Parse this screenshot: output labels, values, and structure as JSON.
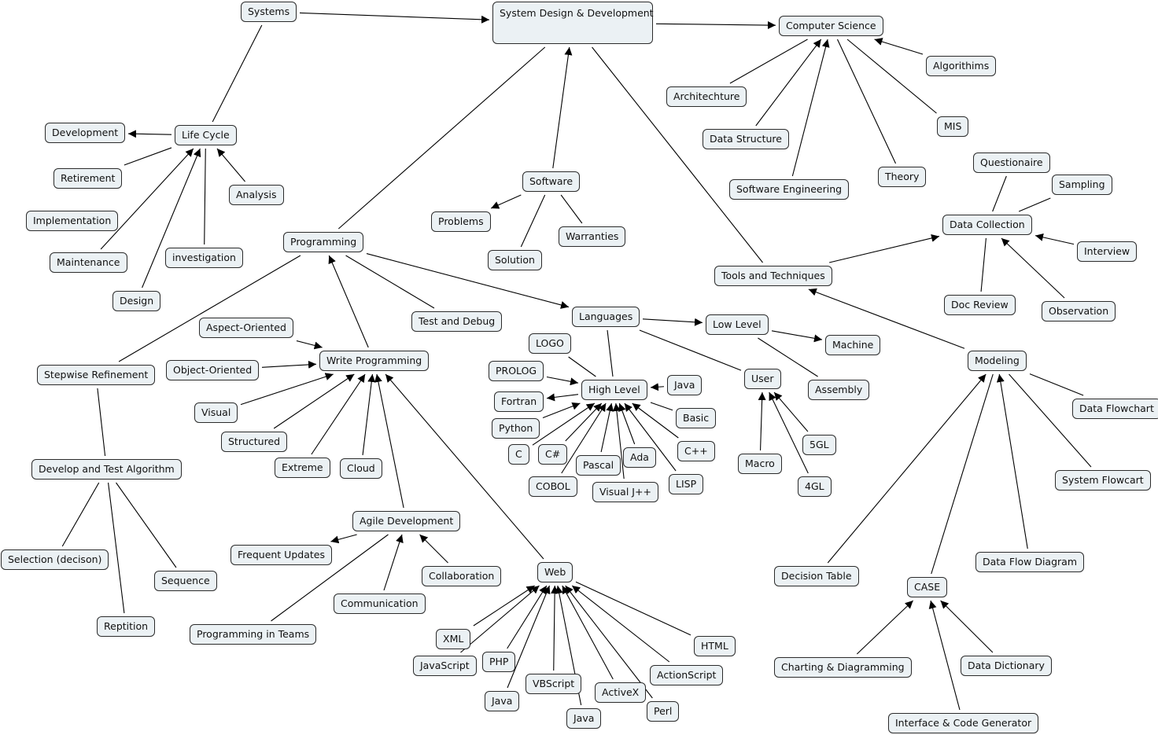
{
  "title": "System Design & Development",
  "colors": {
    "node_fill": "#ebf1f4",
    "node_border": "#2b2b2b",
    "edge": "#000000"
  },
  "nodes": {
    "sdd": "System Design & Development",
    "systems": "Systems",
    "cs": "Computer Science",
    "lifecycle": "Life Cycle",
    "development": "Development",
    "retirement": "Retirement",
    "analysis": "Analysis",
    "implementation": "Implementation",
    "maintenance": "Maintenance",
    "investigation": "investigation",
    "design": "Design",
    "architecture": "Architechture",
    "datastructure": "Data Structure",
    "softeng": "Software Engineering",
    "theory": "Theory",
    "mis": "MIS",
    "algorithms": "Algorithims",
    "questionaire": "Questionaire",
    "sampling": "Sampling",
    "datacollection": "Data Collection",
    "interview": "Interview",
    "docreview": "Doc Review",
    "observation": "Observation",
    "tools": "Tools and Techniques",
    "software": "Software",
    "problems": "Problems",
    "solution": "Solution",
    "warranties": "Warranties",
    "programming": "Programming",
    "testdebug": "Test and Debug",
    "languages": "Languages",
    "lowlevel": "Low Level",
    "machine": "Machine",
    "assembly": "Assembly",
    "user": "User",
    "macro": "Macro",
    "gl5": "5GL",
    "gl4": "4GL",
    "highlevel": "High Level",
    "logo": "LOGO",
    "prolog": "PROLOG",
    "fortran": "Fortran",
    "python": "Python",
    "c": "C",
    "csharp": "C#",
    "cobol": "COBOL",
    "pascal": "Pascal",
    "visualj": "Visual J++",
    "ada": "Ada",
    "lisp": "LISP",
    "cpp": "C++",
    "basic": "Basic",
    "javahl": "Java",
    "writeprog": "Write Programming",
    "aspect": "Aspect-Oriented",
    "objectoriented": "Object-Oriented",
    "visual": "Visual",
    "structured": "Structured",
    "extreme": "Extreme",
    "cloud": "Cloud",
    "agile": "Agile Development",
    "frequent": "Frequent Updates",
    "communication": "Communication",
    "collaboration": "Collaboration",
    "teams": "Programming in Teams",
    "stepwise": "Stepwise Refinement",
    "devtest": "Develop and Test Algorithm",
    "selection": "Selection (decison)",
    "sequence": "Sequence",
    "repetition": "Reptition",
    "web": "Web",
    "xml": "XML",
    "javascript": "JavaScript",
    "php": "PHP",
    "javaweb1": "Java",
    "vbscript": "VBScript",
    "javaweb2": "Java",
    "activex": "ActiveX",
    "perl": "Perl",
    "actionscript": "ActionScript",
    "html": "HTML",
    "modeling": "Modeling",
    "dataflowchart": "Data Flowchart",
    "systemflowchart": "System Flowcart",
    "dfd": "Data Flow Diagram",
    "decisiontable": "Decision Table",
    "case": "CASE",
    "charting": "Charting & Diagramming",
    "datadictionary": "Data Dictionary",
    "interfacegen": "Interface & Code Generator"
  },
  "edges": [
    {
      "from": "systems",
      "to": "sdd",
      "arrow": true
    },
    {
      "from": "sdd",
      "to": "cs",
      "arrow": true
    },
    {
      "from": "systems",
      "to": "lifecycle",
      "arrow": false
    },
    {
      "from": "lifecycle",
      "to": "development",
      "arrow": true
    },
    {
      "from": "retirement",
      "to": "lifecycle",
      "arrow": false
    },
    {
      "from": "analysis",
      "to": "lifecycle",
      "arrow": true
    },
    {
      "from": "maintenance",
      "to": "lifecycle",
      "arrow": true
    },
    {
      "from": "design",
      "to": "lifecycle",
      "arrow": true
    },
    {
      "from": "investigation",
      "to": "lifecycle",
      "arrow": false
    },
    {
      "from": "architecture",
      "to": "cs",
      "arrow": false
    },
    {
      "from": "datastructure",
      "to": "cs",
      "arrow": true
    },
    {
      "from": "softeng",
      "to": "cs",
      "arrow": true
    },
    {
      "from": "theory",
      "to": "cs",
      "arrow": false
    },
    {
      "from": "mis",
      "to": "cs",
      "arrow": false
    },
    {
      "from": "algorithms",
      "to": "cs",
      "arrow": true
    },
    {
      "from": "software",
      "to": "sdd",
      "arrow": true
    },
    {
      "from": "software",
      "to": "problems",
      "arrow": true
    },
    {
      "from": "software",
      "to": "solution",
      "arrow": false
    },
    {
      "from": "software",
      "to": "warranties",
      "arrow": false
    },
    {
      "from": "sdd",
      "to": "programming",
      "arrow": false
    },
    {
      "from": "sdd",
      "to": "tools",
      "arrow": false
    },
    {
      "from": "tools",
      "to": "datacollection",
      "arrow": true
    },
    {
      "from": "questionaire",
      "to": "datacollection",
      "arrow": false
    },
    {
      "from": "sampling",
      "to": "datacollection",
      "arrow": false
    },
    {
      "from": "interview",
      "to": "datacollection",
      "arrow": true
    },
    {
      "from": "docreview",
      "to": "datacollection",
      "arrow": false
    },
    {
      "from": "observation",
      "to": "datacollection",
      "arrow": true
    },
    {
      "from": "modeling",
      "to": "tools",
      "arrow": true
    },
    {
      "from": "programming",
      "to": "languages",
      "arrow": true
    },
    {
      "from": "programming",
      "to": "testdebug",
      "arrow": false
    },
    {
      "from": "programming",
      "to": "stepwise",
      "arrow": false
    },
    {
      "from": "writeprog",
      "to": "programming",
      "arrow": true
    },
    {
      "from": "languages",
      "to": "lowlevel",
      "arrow": true
    },
    {
      "from": "languages",
      "to": "user",
      "arrow": false
    },
    {
      "from": "languages",
      "to": "highlevel",
      "arrow": false
    },
    {
      "from": "lowlevel",
      "to": "machine",
      "arrow": true
    },
    {
      "from": "lowlevel",
      "to": "assembly",
      "arrow": false
    },
    {
      "from": "macro",
      "to": "user",
      "arrow": true
    },
    {
      "from": "gl5",
      "to": "user",
      "arrow": true
    },
    {
      "from": "gl4",
      "to": "user",
      "arrow": true
    },
    {
      "from": "logo",
      "to": "highlevel",
      "arrow": false
    },
    {
      "from": "prolog",
      "to": "highlevel",
      "arrow": true
    },
    {
      "from": "highlevel",
      "to": "fortran",
      "arrow": true
    },
    {
      "from": "python",
      "to": "highlevel",
      "arrow": true
    },
    {
      "from": "c",
      "to": "highlevel",
      "arrow": true
    },
    {
      "from": "csharp",
      "to": "highlevel",
      "arrow": true
    },
    {
      "from": "cobol",
      "to": "highlevel",
      "arrow": true
    },
    {
      "from": "pascal",
      "to": "highlevel",
      "arrow": true
    },
    {
      "from": "visualj",
      "to": "highlevel",
      "arrow": true
    },
    {
      "from": "ada",
      "to": "highlevel",
      "arrow": true
    },
    {
      "from": "lisp",
      "to": "highlevel",
      "arrow": true
    },
    {
      "from": "cpp",
      "to": "highlevel",
      "arrow": true
    },
    {
      "from": "basic",
      "to": "highlevel",
      "arrow": false
    },
    {
      "from": "javahl",
      "to": "highlevel",
      "arrow": true
    },
    {
      "from": "aspect",
      "to": "writeprog",
      "arrow": true
    },
    {
      "from": "objectoriented",
      "to": "writeprog",
      "arrow": true
    },
    {
      "from": "visual",
      "to": "writeprog",
      "arrow": true
    },
    {
      "from": "structured",
      "to": "writeprog",
      "arrow": true
    },
    {
      "from": "extreme",
      "to": "writeprog",
      "arrow": true
    },
    {
      "from": "cloud",
      "to": "writeprog",
      "arrow": true
    },
    {
      "from": "agile",
      "to": "writeprog",
      "arrow": true
    },
    {
      "from": "web",
      "to": "writeprog",
      "arrow": true
    },
    {
      "from": "agile",
      "to": "frequent",
      "arrow": true
    },
    {
      "from": "communication",
      "to": "agile",
      "arrow": true
    },
    {
      "from": "collaboration",
      "to": "agile",
      "arrow": true
    },
    {
      "from": "teams",
      "to": "agile",
      "arrow": false
    },
    {
      "from": "stepwise",
      "to": "devtest",
      "arrow": false
    },
    {
      "from": "devtest",
      "to": "selection",
      "arrow": false
    },
    {
      "from": "devtest",
      "to": "sequence",
      "arrow": false
    },
    {
      "from": "devtest",
      "to": "repetition",
      "arrow": false
    },
    {
      "from": "xml",
      "to": "web",
      "arrow": true
    },
    {
      "from": "javascript",
      "to": "web",
      "arrow": true
    },
    {
      "from": "php",
      "to": "web",
      "arrow": true
    },
    {
      "from": "javaweb1",
      "to": "web",
      "arrow": true
    },
    {
      "from": "vbscript",
      "to": "web",
      "arrow": true
    },
    {
      "from": "javaweb2",
      "to": "web",
      "arrow": true
    },
    {
      "from": "activex",
      "to": "web",
      "arrow": true
    },
    {
      "from": "perl",
      "to": "web",
      "arrow": true
    },
    {
      "from": "actionscript",
      "to": "web",
      "arrow": true
    },
    {
      "from": "html",
      "to": "web",
      "arrow": false
    },
    {
      "from": "modeling",
      "to": "dataflowchart",
      "arrow": false
    },
    {
      "from": "modeling",
      "to": "systemflowchart",
      "arrow": false
    },
    {
      "from": "dfd",
      "to": "modeling",
      "arrow": true
    },
    {
      "from": "decisiontable",
      "to": "modeling",
      "arrow": true
    },
    {
      "from": "case",
      "to": "modeling",
      "arrow": false
    },
    {
      "from": "charting",
      "to": "case",
      "arrow": true
    },
    {
      "from": "datadictionary",
      "to": "case",
      "arrow": true
    },
    {
      "from": "interfacegen",
      "to": "case",
      "arrow": true
    }
  ]
}
